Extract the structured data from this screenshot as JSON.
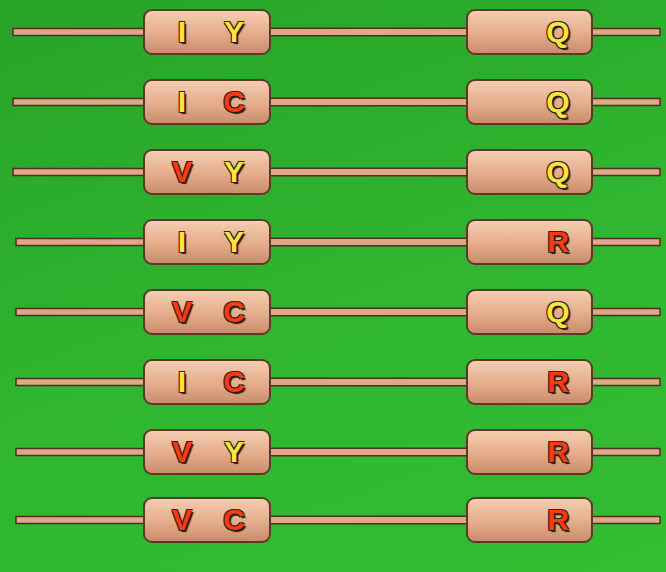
{
  "diagram": {
    "nodes": [
      {
        "text": [
          "I",
          "Y"
        ]
      },
      {
        "text": [
          "Q"
        ]
      },
      {
        "text": [
          "I",
          "C"
        ]
      },
      {
        "text": [
          "Q"
        ]
      },
      {
        "text": [
          "V",
          "Y"
        ]
      },
      {
        "text": [
          "Q"
        ]
      },
      {
        "text": [
          "I",
          "Y"
        ]
      },
      {
        "text": [
          "R"
        ]
      },
      {
        "text": [
          "V",
          "C"
        ]
      },
      {
        "text": [
          "Q"
        ]
      },
      {
        "text": [
          "I",
          "C"
        ]
      },
      {
        "text": [
          "R"
        ]
      },
      {
        "text": [
          "V",
          "Y"
        ]
      },
      {
        "text": [
          "R"
        ]
      },
      {
        "text": [
          "V",
          "C"
        ]
      },
      {
        "text": [
          "R"
        ]
      }
    ],
    "edges": [
      {
        "from": 0,
        "to": 1,
        "arrow": "none"
      },
      {
        "from": 2,
        "to": 3,
        "arrow": "none"
      },
      {
        "from": 4,
        "to": 5,
        "arrow": "none"
      },
      {
        "from": 6,
        "to": 7,
        "arrow": "none"
      },
      {
        "from": 8,
        "to": 9,
        "arrow": "none"
      },
      {
        "from": 10,
        "to": 11,
        "arrow": "none"
      },
      {
        "from": 12,
        "to": 13,
        "arrow": "none"
      },
      {
        "from": 14,
        "to": 15,
        "arrow": "none"
      }
    ]
  }
}
